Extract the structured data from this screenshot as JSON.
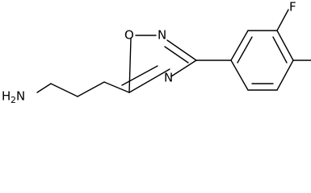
{
  "molecule": {
    "atoms": {
      "nitrogen_amine": "H",
      "nitrogen_amine_count": "2",
      "nitrogen_amine_symbol": "N",
      "oxygen_ring": "O",
      "nitrogen_ring_top": "N",
      "nitrogen_ring_bottom": "N",
      "fluorine": "F"
    },
    "colors": {
      "bond": "#000000",
      "label": "#000000",
      "background": "#ffffff"
    }
  }
}
